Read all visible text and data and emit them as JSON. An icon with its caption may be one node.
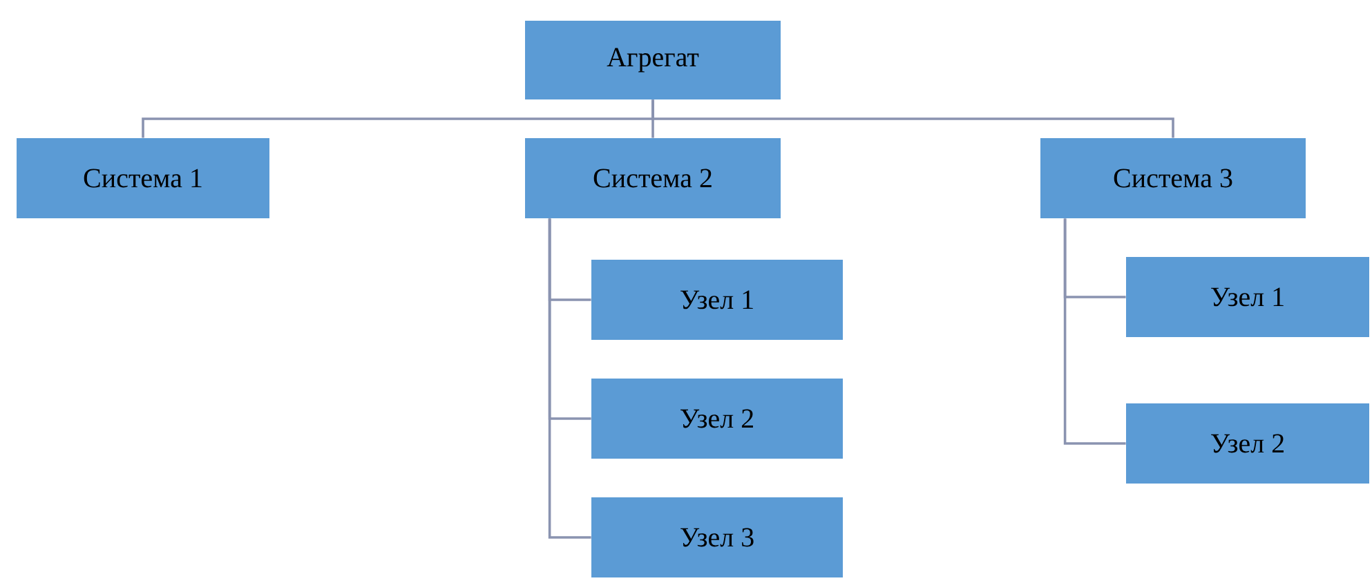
{
  "diagram": {
    "nodes": [
      {
        "text": [
          "Агрегат"
        ]
      },
      {
        "text": [
          "Система 1"
        ]
      },
      {
        "text": [
          "Система 2"
        ]
      },
      {
        "text": [
          "Система 3"
        ]
      },
      {
        "text": [
          "Узел 1"
        ]
      },
      {
        "text": [
          "Узел 2"
        ]
      },
      {
        "text": [
          "Узел 3"
        ]
      },
      {
        "text": [
          "Узел 1"
        ]
      },
      {
        "text": [
          "Узел 2"
        ]
      }
    ],
    "edges": [
      {
        "from": 0,
        "to": 1,
        "arrow": "none"
      },
      {
        "from": 0,
        "to": 2,
        "arrow": "none"
      },
      {
        "from": 0,
        "to": 3,
        "arrow": "none"
      },
      {
        "from": 2,
        "to": 4,
        "arrow": "none"
      },
      {
        "from": 2,
        "to": 5,
        "arrow": "none"
      },
      {
        "from": 2,
        "to": 6,
        "arrow": "none"
      },
      {
        "from": 3,
        "to": 7,
        "arrow": "none"
      },
      {
        "from": 3,
        "to": 8,
        "arrow": "none"
      }
    ]
  }
}
